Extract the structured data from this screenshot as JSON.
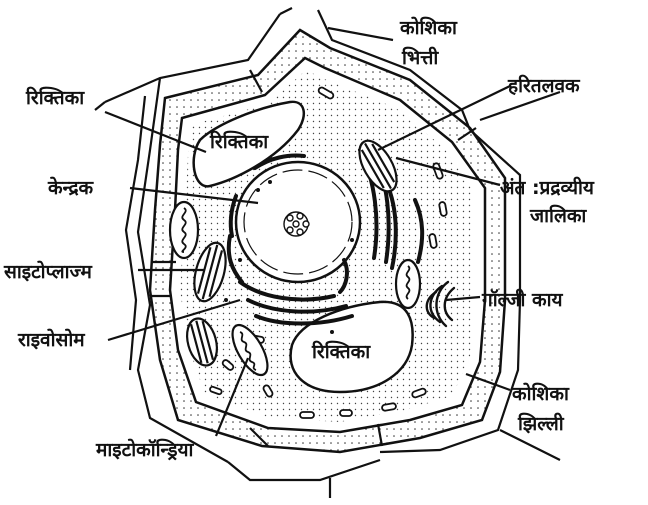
{
  "labels": {
    "cell_wall_1": "कोशिका",
    "cell_wall_2": "भित्ती",
    "chloroplast": "हरितलवक",
    "vacuole_left": "रिक्तिका",
    "vacuole_top": "रिक्तिका",
    "nucleus": "केन्द्रक",
    "er_1": "अंत :प्रद्रव्यीय",
    "er_2": "जालिका",
    "cytoplasm": "साइटोप्लाज्म",
    "golgi": "गॉल्जी काय",
    "ribosome": "राइवोसोम",
    "vacuole_bottom": "रिक्तिका",
    "membrane_1": "कोशिका",
    "membrane_2": "झिल्ली",
    "mitochondria": "माइटोकॉन्ड्रिया"
  }
}
